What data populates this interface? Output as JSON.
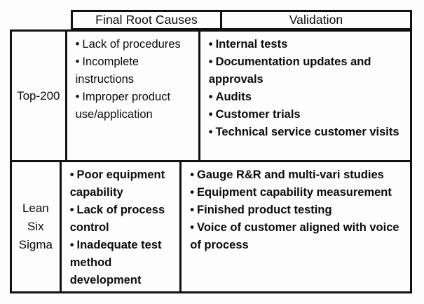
{
  "table": {
    "columns": [
      {
        "key": "approach",
        "label": ""
      },
      {
        "key": "final_root_causes",
        "label": "Final Root Causes"
      },
      {
        "key": "validation",
        "label": "Validation"
      }
    ],
    "rows": [
      {
        "approach": "Top-200",
        "approach_lines": [
          "Top-200"
        ],
        "final_root_causes": [
          "Lack of procedures",
          "Incomplete instructions",
          "Improper product use/application"
        ],
        "validation": [
          "Internal tests",
          "Documentation updates and approvals",
          "Audits",
          "Customer trials",
          "Technical service customer visits"
        ]
      },
      {
        "approach": "Lean Six Sigma",
        "approach_lines": [
          "Lean",
          "Six",
          "Sigma"
        ],
        "final_root_causes": [
          "Poor equipment capability",
          "Lack of process control",
          "Inadequate test method development"
        ],
        "validation": [
          "Gauge R&R and multi-vari studies",
          "Equipment capability measurement",
          "Finished product testing",
          "Voice of customer aligned with voice of process"
        ]
      }
    ]
  },
  "bullet_glyph": "•",
  "colors": {
    "border": "#111111",
    "text": "#0b0b0b",
    "background": "#fdfdfd"
  }
}
